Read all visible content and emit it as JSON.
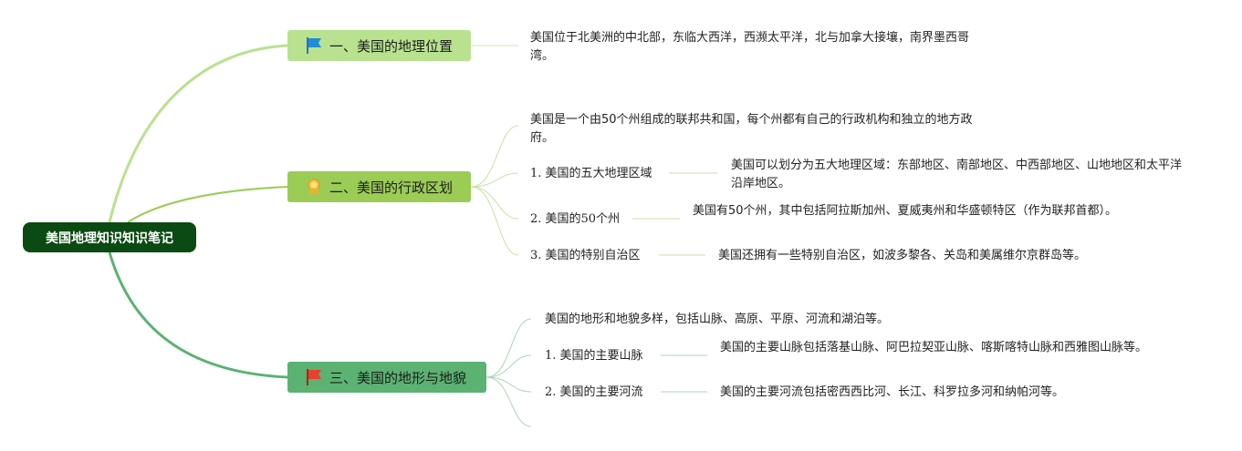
{
  "root": {
    "label": "美国地理知识知识笔记"
  },
  "branches": [
    {
      "title": "一、美国的地理位置",
      "icon": "blue-flag-icon",
      "color": "#b8e28f",
      "note": "美国位于北美洲的中北部，东临大西洋，西濒太平洋，北与加拿大接壤，南界墨西哥湾。"
    },
    {
      "title": "二、美国的行政区划",
      "icon": "award-medal-icon",
      "color": "#9bcc55",
      "note": "美国是一个由50个州组成的联邦共和国，每个州都有自己的行政机构和独立的地方政府。",
      "subs": [
        {
          "label": "1. 美国的五大地理区域",
          "detail": "美国可以划分为五大地理区域：东部地区、南部地区、中西部地区、山地地区和太平洋沿岸地区。"
        },
        {
          "label": "2. 美国的50个州",
          "detail": "美国有50个州，其中包括阿拉斯加州、夏威夷州和华盛顿特区（作为联邦首都）。"
        },
        {
          "label": "3. 美国的特别自治区",
          "detail": "美国还拥有一些特别自治区，如波多黎各、关岛和美属维尔京群岛等。"
        }
      ]
    },
    {
      "title": "三、美国的地形与地貌",
      "icon": "red-flag-icon",
      "color": "#5bb272",
      "note": "美国的地形和地貌多样，包括山脉、高原、平原、河流和湖泊等。",
      "subs": [
        {
          "label": "1. 美国的主要山脉",
          "detail": "美国的主要山脉包括落基山脉、阿巴拉契亚山脉、喀斯喀特山脉和西雅图山脉等。"
        },
        {
          "label": "2. 美国的主要河流",
          "detail": "美国的主要河流包括密西西比河、长江、科罗拉多河和纳帕河等。"
        }
      ]
    }
  ],
  "colors": {
    "root": "#0b4a12",
    "branch1_line": "#b8e28f",
    "branch2_line": "#9bcc55",
    "branch3_line": "#5bb272"
  }
}
